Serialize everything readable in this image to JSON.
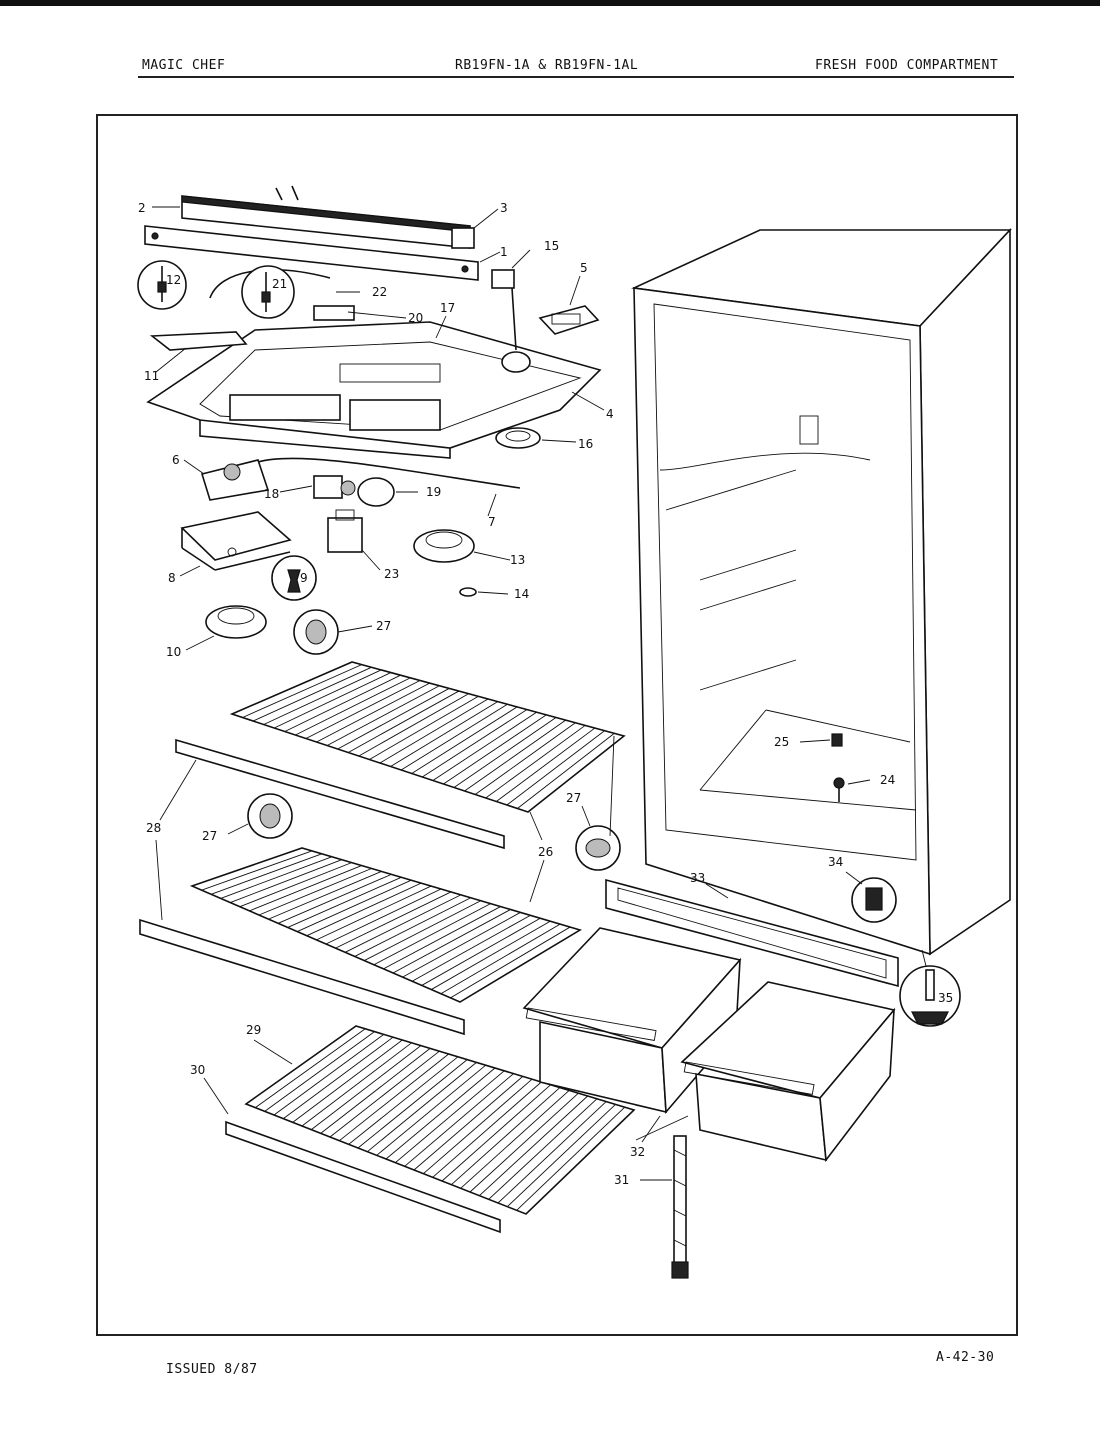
{
  "header": {
    "brand": "MAGIC CHEF",
    "models": "RB19FN-1A & RB19FN-1AL",
    "section": "FRESH FOOD COMPARTMENT"
  },
  "footer": {
    "issued": "ISSUED 8/87",
    "page_code": "A-42-30"
  },
  "callouts": [
    "1",
    "2",
    "3",
    "4",
    "5",
    "6",
    "7",
    "8",
    "9",
    "10",
    "11",
    "12",
    "13",
    "14",
    "15",
    "16",
    "17",
    "18",
    "19",
    "20",
    "21",
    "22",
    "23",
    "24",
    "25",
    "26",
    "27",
    "28",
    "29",
    "30",
    "31",
    "32",
    "33",
    "34",
    "35"
  ]
}
